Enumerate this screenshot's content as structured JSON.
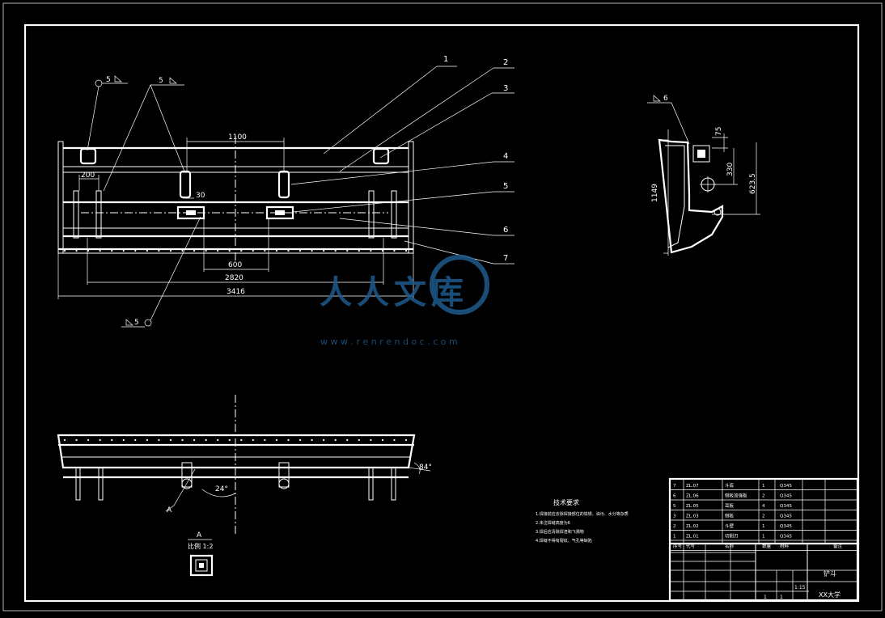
{
  "drawing": {
    "part_numbers": [
      "1",
      "2",
      "3",
      "4",
      "5",
      "6",
      "7"
    ],
    "weld_symbols": {
      "left_top": "5",
      "middle_top": "5",
      "lower_left": "5",
      "side_view": "6"
    },
    "dimensions": {
      "top_span": "1100",
      "left_offset": "200",
      "slot_width": "30",
      "lower_span": "600",
      "inner_span": "2820",
      "overall_length": "3416",
      "side_height": "1149",
      "side_top": "75",
      "side_mid": "330",
      "side_total": "623.5",
      "angle_right": "84°",
      "angle_lower": "24°"
    },
    "section": {
      "view_label": "A",
      "arrow_label": "A",
      "scale_label": "比例 1:2"
    },
    "tech_notes": {
      "title": "技术要求",
      "items": [
        "1.焊接前应去除焊接部位的铁锈、油污、水分等杂质",
        "2.未注焊缝高度为6",
        "3.焊后应清除焊渣和飞溅物",
        "4.焊缝不得有裂纹、气孔等缺陷"
      ]
    },
    "title_block": {
      "part_name": "铲斗",
      "school": "XX大学",
      "scale": "1:15",
      "sheet": "1",
      "sheets": "1",
      "rows": [
        {
          "no": "7",
          "code": "ZL.07",
          "name": "斗底",
          "qty": "1",
          "mat": "Q345"
        },
        {
          "no": "6",
          "code": "ZL.06",
          "name": "侧板加强板",
          "qty": "2",
          "mat": "Q345"
        },
        {
          "no": "5",
          "code": "ZL.05",
          "name": "耳板",
          "qty": "4",
          "mat": "Q345"
        },
        {
          "no": "3",
          "code": "ZL.03",
          "name": "侧板",
          "qty": "2",
          "mat": "Q345"
        },
        {
          "no": "2",
          "code": "ZL.02",
          "name": "斗壁",
          "qty": "1",
          "mat": "Q345"
        },
        {
          "no": "1",
          "code": "ZL.01",
          "name": "切削刃",
          "qty": "1",
          "mat": "Q345"
        }
      ],
      "header": {
        "no": "序号",
        "code": "代号",
        "name": "名称",
        "qty": "数量",
        "mat": "材料",
        "note": "备注"
      }
    },
    "watermark": {
      "text": "人人文库",
      "url": "w w w . r e n r e n d o c . c o m",
      "color": "#1e5a8c"
    }
  }
}
